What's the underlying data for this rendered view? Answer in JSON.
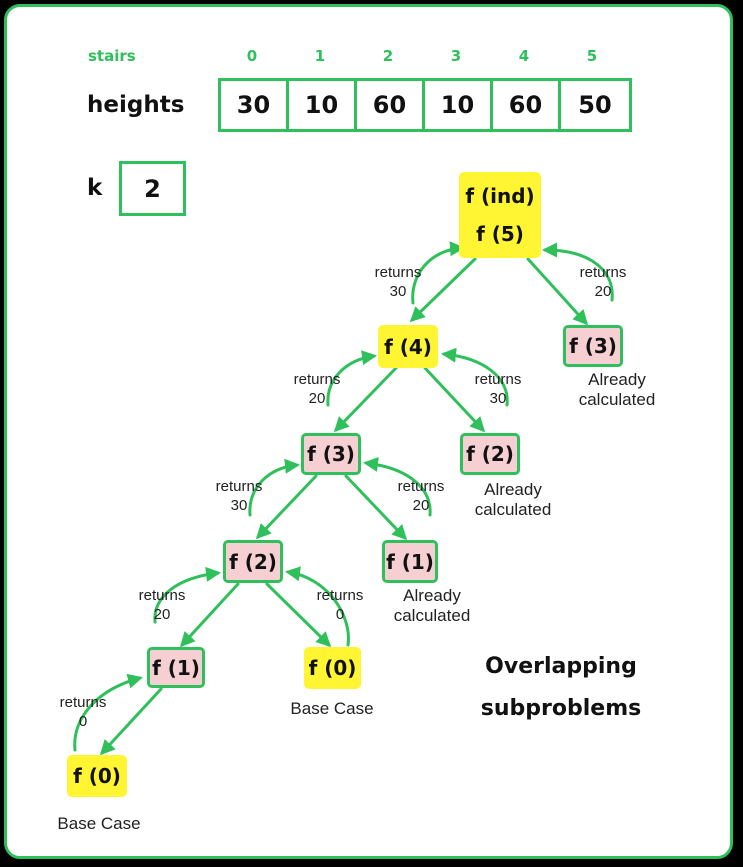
{
  "stairs_label": "stairs",
  "stair_indices": [
    "0",
    "1",
    "2",
    "3",
    "4",
    "5"
  ],
  "heights_label": "heights",
  "heights": [
    "30",
    "10",
    "60",
    "10",
    "60",
    "50"
  ],
  "k_label": "k",
  "k_value": "2",
  "nodes": {
    "root_line1": "f (ind)",
    "root_line2": "f (5)",
    "f4": "f (4)",
    "f3_right": "f (3)",
    "f3": "f (3)",
    "f2_right": "f (2)",
    "f2": "f (2)",
    "f1_right": "f (1)",
    "f1": "f (1)",
    "f0_mid": "f (0)",
    "f0_bottom": "f (0)"
  },
  "returns": {
    "word": "returns",
    "r_root_left": "30",
    "r_root_right": "20",
    "r_f4_left": "20",
    "r_f4_right": "30",
    "r_f3_left": "30",
    "r_f3_right": "20",
    "r_f2_left": "20",
    "r_f2_right": "0",
    "r_f1_left": "0"
  },
  "notes": {
    "already_line1": "Already",
    "already_line2": "calculated",
    "base_case": "Base Case"
  },
  "title_line1": "Overlapping",
  "title_line2": "subproblems",
  "colors": {
    "accent_green": "#2fbf5b",
    "node_yellow": "#fff533",
    "node_pink": "#f6cfd3"
  }
}
